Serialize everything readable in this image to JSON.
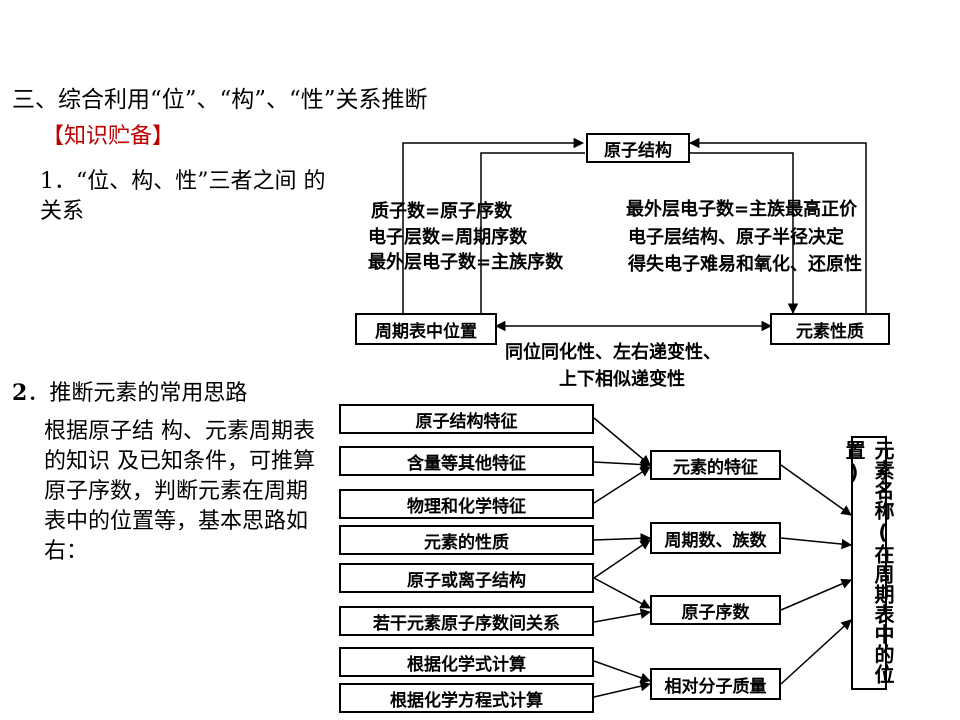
{
  "section": {
    "heading": "三、综合利用“位”、“构”、“性”关系推断",
    "knowledge_label": "【知识贮备】",
    "point1": "1．“位、构、性”三者之间 的关系",
    "point2_num": "2",
    "point2_title": "．推断元素的常用思路",
    "point2_body": "根据原子结 构、元素周期表的知识 及已知条件，可推算原子序数，判断元素在周期表中的位置等，基本思路如右："
  },
  "diagram1": {
    "top_box": "原子结构",
    "left_box": "周期表中位置",
    "right_box": "元素性质",
    "left_labels": [
      "质子数=原子序数",
      "电子层数=周期序数",
      "最外层电子数=主族序数"
    ],
    "right_labels": [
      "最外层电子数=主族最高正价",
      "电子层结构、原子半径决定",
      "得失电子难易和氧化、还原性"
    ],
    "bottom_labels": [
      "同位同化性、左右递变性、",
      "上下相似递变性"
    ]
  },
  "diagram2": {
    "inputs": [
      "原子结构特征",
      "含量等其他特征",
      "物理和化学特征",
      "元素的性质",
      "原子或离子结构",
      "若干元素原子序数间关系",
      "根据化学式计算",
      "根据化学方程式计算"
    ],
    "middle": [
      "元素的特征",
      "周期数、族数",
      "原子序数",
      "相对分子质量"
    ],
    "result": "元素名称(在周期表中的位置)"
  }
}
